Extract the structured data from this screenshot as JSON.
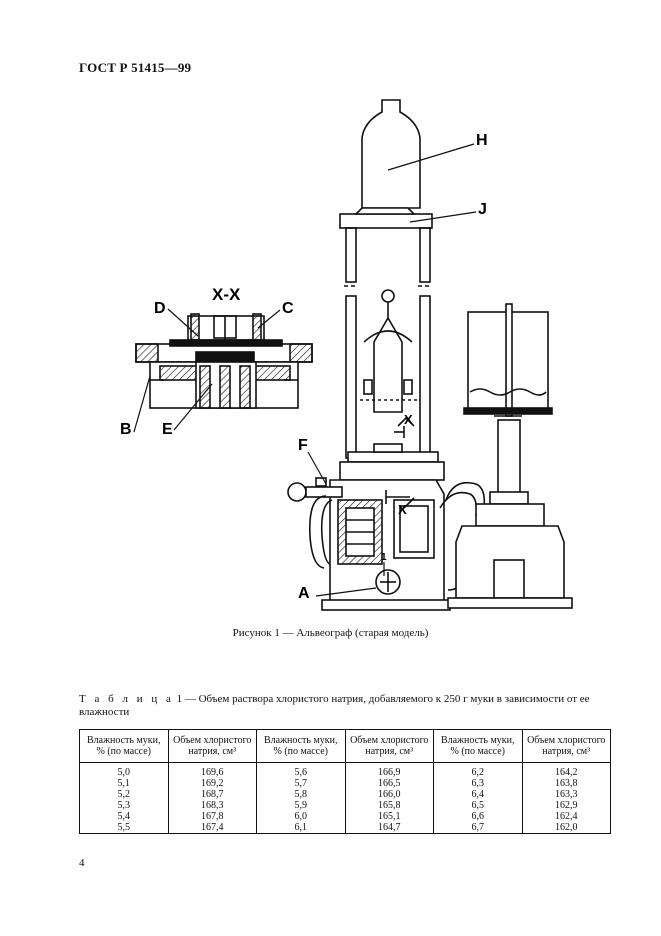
{
  "header": {
    "standard": "ГОСТ Р 51415—99"
  },
  "figure": {
    "labels": {
      "section": "X-X",
      "D": "D",
      "C": "C",
      "B": "B",
      "E": "E",
      "H": "H",
      "J": "J",
      "F": "F",
      "A": "A",
      "X": "X",
      "one": "1"
    },
    "caption": "Рисунок 1 — Альвеограф (старая модель)"
  },
  "table": {
    "label": "Т а б л и ц а",
    "number": "1",
    "title": "— Объем раствора хлористого натрия, добавляемого к 250 г муки в зависимости от ее влажности",
    "headers": [
      "Влажность муки, % (по массе)",
      "Объем хлористого натрия, см³",
      "Влажность муки, % (по массе)",
      "Объем хлористого натрия, см³",
      "Влажность муки, % (по массе)",
      "Объем хлористого натрия, см³"
    ],
    "rows": [
      [
        "5,0",
        "169,6",
        "5,6",
        "166,9",
        "6,2",
        "164,2"
      ],
      [
        "5,1",
        "169,2",
        "5,7",
        "166,5",
        "6,3",
        "163,8"
      ],
      [
        "5,2",
        "168,7",
        "5,8",
        "166,0",
        "6,4",
        "163,3"
      ],
      [
        "5,3",
        "168,3",
        "5,9",
        "165,8",
        "6,5",
        "162,9"
      ],
      [
        "5,4",
        "167,8",
        "6,0",
        "165,1",
        "6,6",
        "162,4"
      ],
      [
        "5,5",
        "167,4",
        "6,1",
        "164,7",
        "6,7",
        "162,0"
      ]
    ]
  },
  "page_number": "4"
}
